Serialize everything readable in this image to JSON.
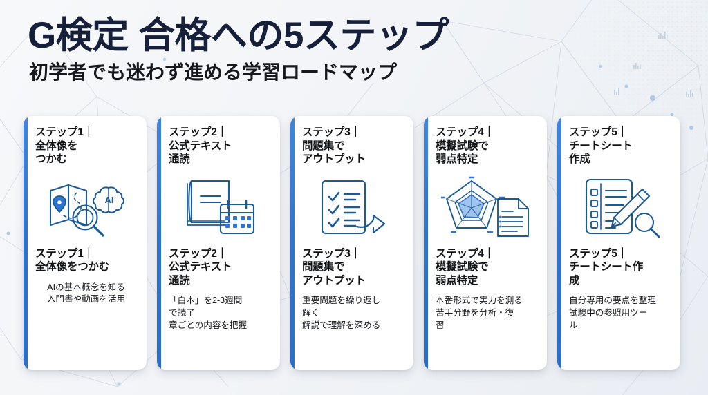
{
  "header": {
    "title": "G検定 合格への5ステップ",
    "subtitle": "初学者でも迷わず進める学習ロードマップ"
  },
  "colors": {
    "accent_bar": "#2f74d0",
    "icon_stroke": "#1a5a96",
    "icon_fill": "#7fb0e8",
    "title_text": "#16203a",
    "body_text": "#16181d",
    "card_bg": "#ffffff",
    "page_bg": "#f2f4f7"
  },
  "cards": [
    {
      "heading": "ステップ1｜\n全体像を\nつかむ",
      "icon": "map-magnifier-ai-brain-icon",
      "subheading": "ステップ1｜\n全体像をつかむ",
      "description": "AIの基本概念を知る\n入門書や動画を活用"
    },
    {
      "heading": "ステップ2｜\n公式テキスト\n通読",
      "icon": "book-calendar-icon",
      "subheading": "ステップ2｜\n公式テキスト\n通読",
      "description": "「白本」を2-3週間\nで読了\n章ごとの内容を把握"
    },
    {
      "heading": "ステップ3｜\n問題集で\nアウトプット",
      "icon": "checklist-arrow-icon",
      "subheading": "ステップ3｜\n問題集で\nアウトプット",
      "description": "重要問題を繰り返し\n解く\n解説で理解を深める"
    },
    {
      "heading": "ステップ4｜\n模擬試験で\n弱点特定",
      "icon": "radar-chart-document-icon",
      "subheading": "ステップ4｜\n模擬試験で\n弱点特定",
      "description": "本番形式で実力を測る\n苦手分野を分析・復\n習"
    },
    {
      "heading": "ステップ5｜\nチートシート\n作成",
      "icon": "checklist-pencil-magnifier-icon",
      "subheading": "ステップ5｜\nチートシート作\n成",
      "description": "自分専用の要点を整理\n試験中の参照用ツー\nル"
    }
  ]
}
